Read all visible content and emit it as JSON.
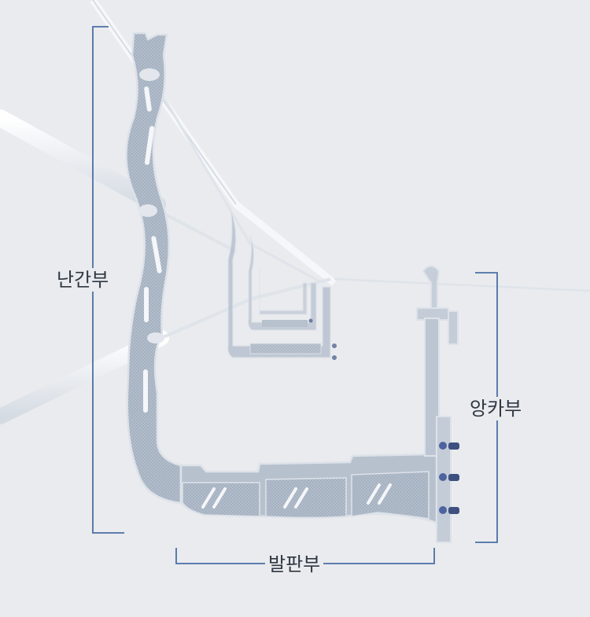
{
  "labels": {
    "railing": "난간부",
    "anchor": "앙카부",
    "footplate": "발판부"
  },
  "colors": {
    "background": "#e9ebee",
    "bracket_line": "#4a6fa5",
    "structure_fill": "#aeb9c8",
    "structure_edge": "#d9dee6",
    "cable": "#f4f6f9"
  }
}
